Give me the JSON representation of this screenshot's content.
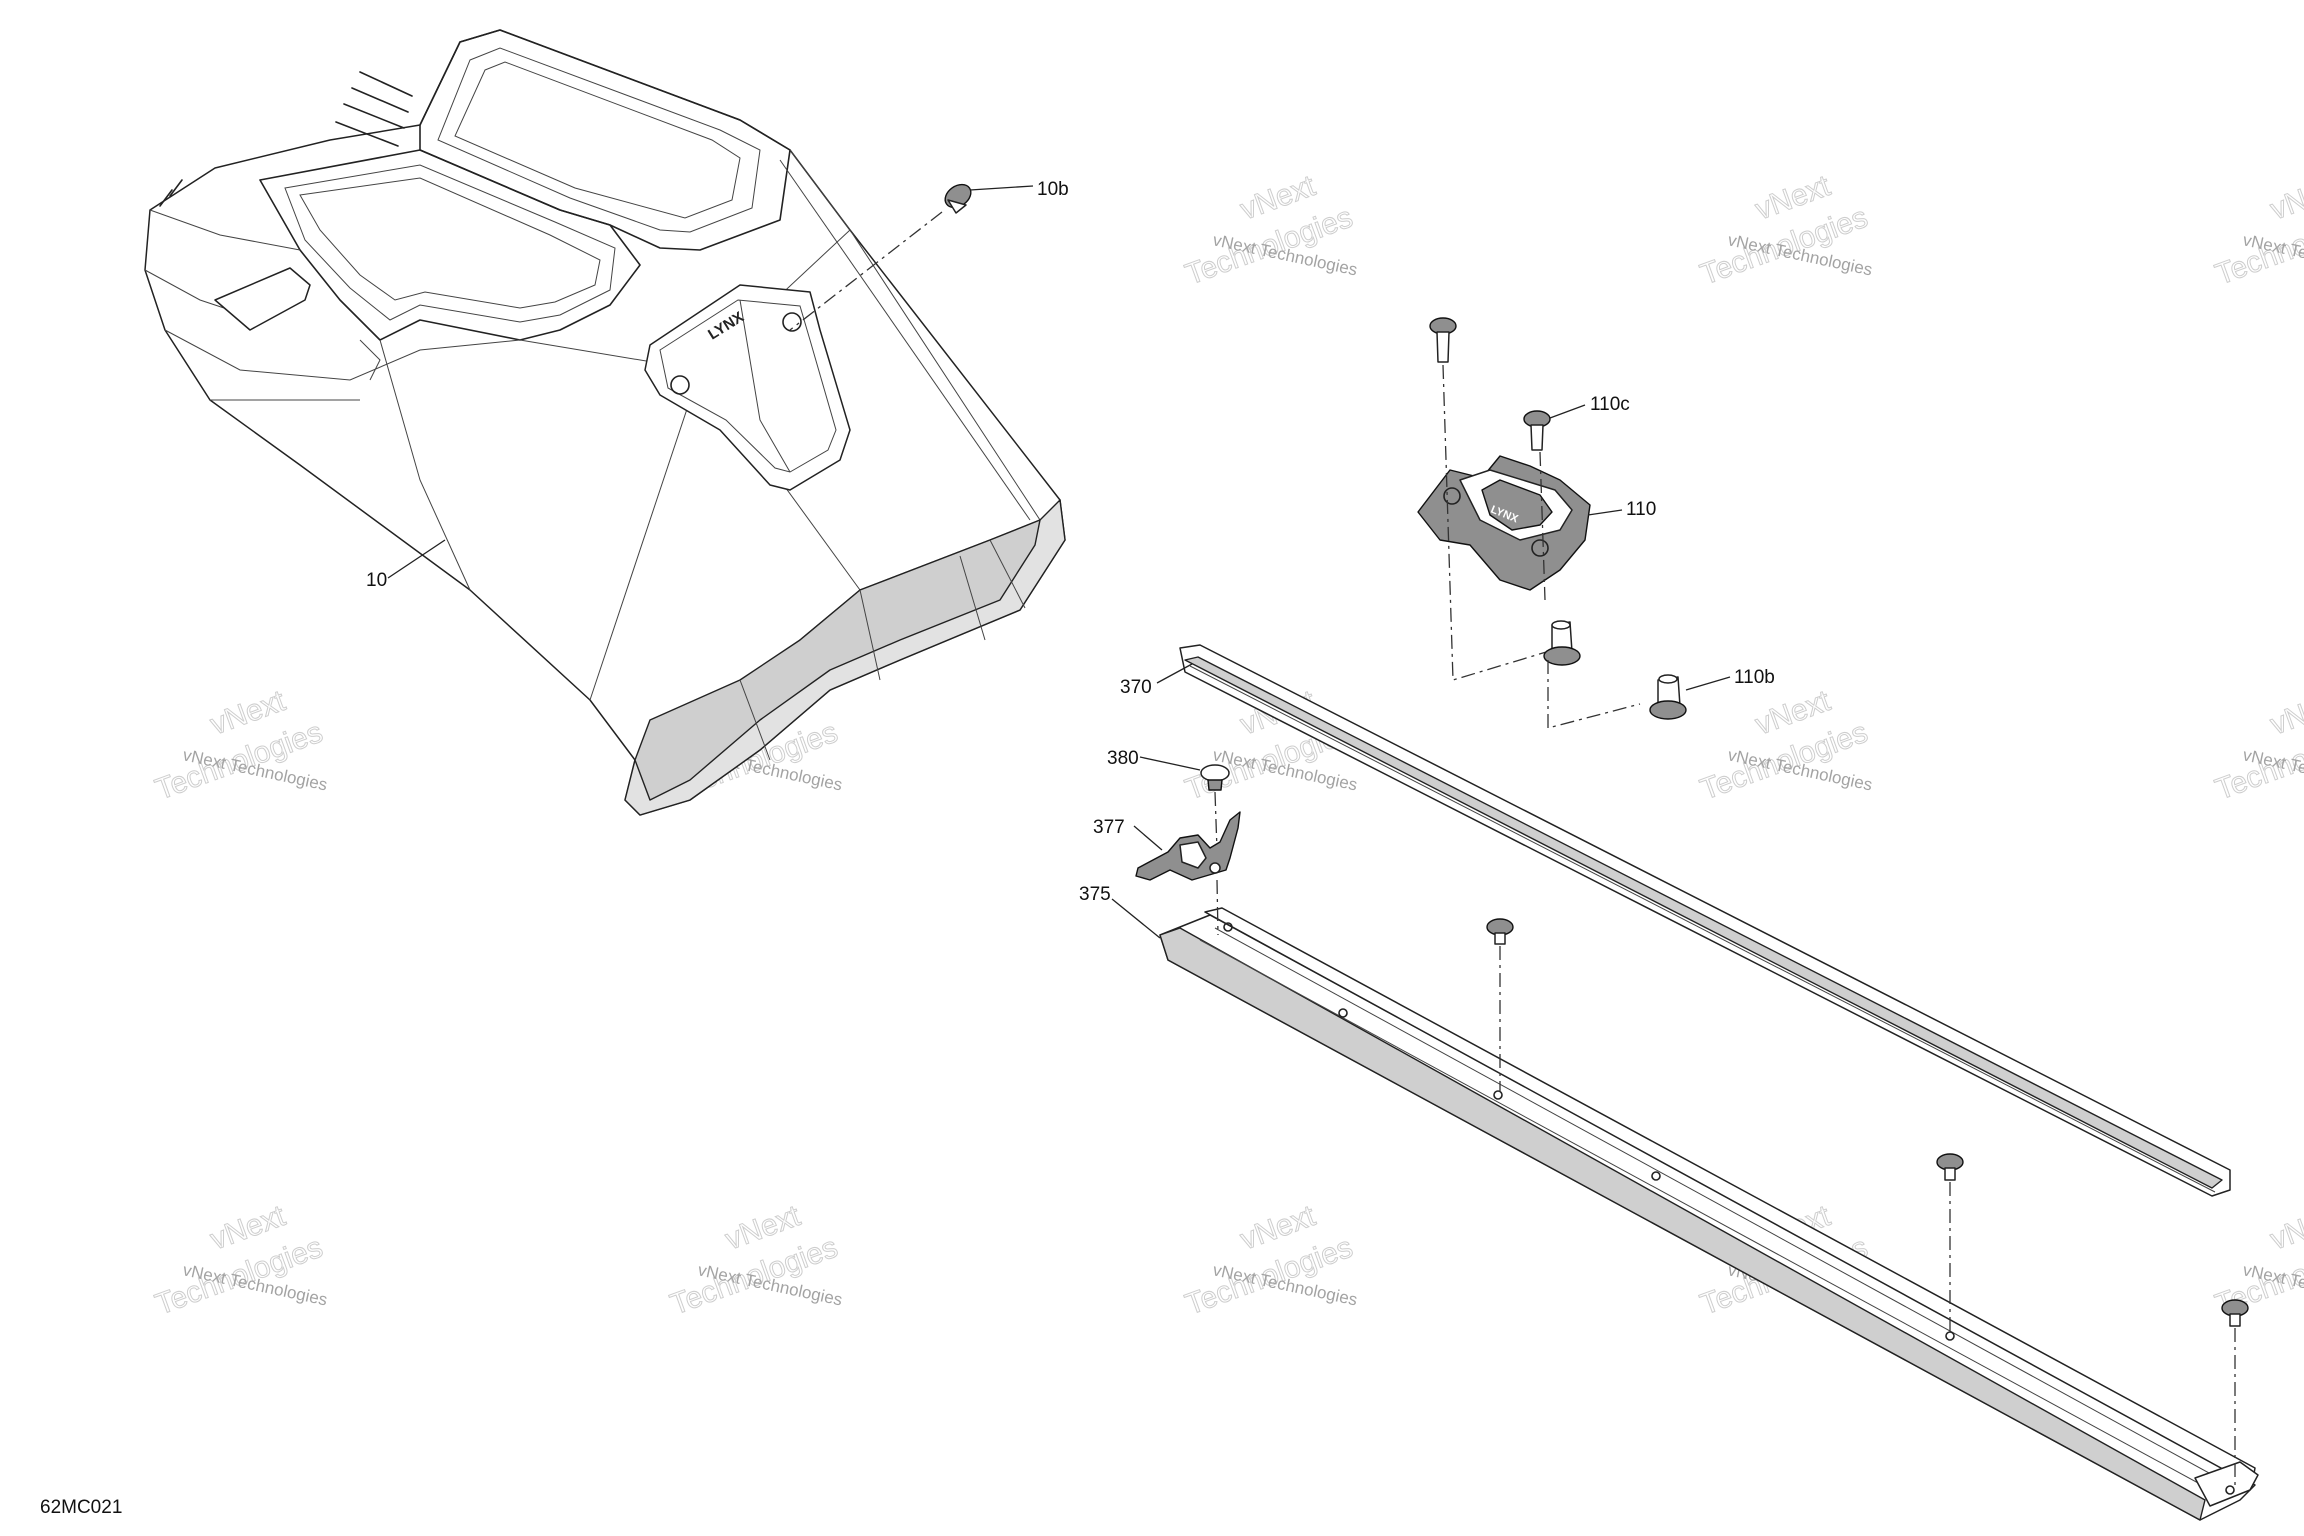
{
  "diagram": {
    "drawing_code": "62MC021",
    "watermark": {
      "line_small": "vNext Technologies",
      "line_big_1": "vNext",
      "line_big_2": "Technologies"
    },
    "callouts": [
      {
        "id": "10b",
        "label": "10b"
      },
      {
        "id": "10",
        "label": "10"
      },
      {
        "id": "110c",
        "label": "110c"
      },
      {
        "id": "110",
        "label": "110"
      },
      {
        "id": "110b",
        "label": "110b"
      },
      {
        "id": "370",
        "label": "370"
      },
      {
        "id": "380",
        "label": "380"
      },
      {
        "id": "377",
        "label": "377"
      },
      {
        "id": "375",
        "label": "375"
      }
    ],
    "colors": {
      "line": "#222222",
      "shade": "#cfcfcf",
      "watermark": "#c9c9c9",
      "background": "#ffffff"
    }
  }
}
